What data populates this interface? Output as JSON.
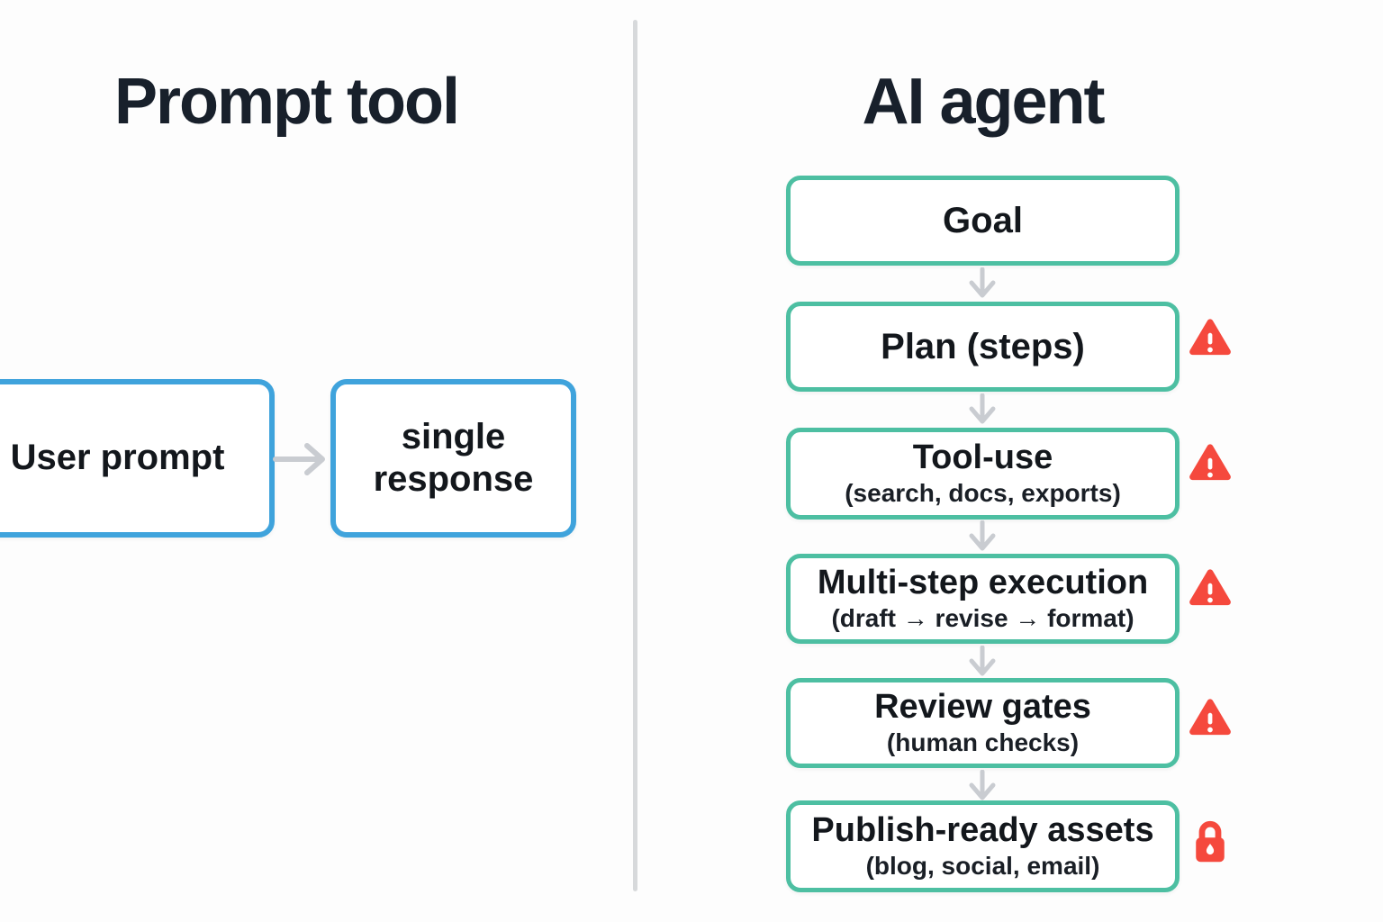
{
  "left": {
    "title": "Prompt tool",
    "boxes": [
      {
        "label": "User prompt"
      },
      {
        "label": "single response"
      }
    ],
    "connector": "right-arrow"
  },
  "right": {
    "title": "AI agent",
    "steps": [
      {
        "label": "Goal",
        "sub": "",
        "icon": "none"
      },
      {
        "label": "Plan (steps)",
        "sub": "",
        "icon": "warning"
      },
      {
        "label": "Tool-use",
        "sub": "(search, docs, exports)",
        "icon": "warning"
      },
      {
        "label": "Multi-step execution",
        "sub": "(draft → revise → format)",
        "icon": "warning"
      },
      {
        "label": "Review gates",
        "sub": "(human checks)",
        "icon": "warning"
      },
      {
        "label": "Publish-ready assets",
        "sub": "(blog, social, email)",
        "icon": "lock"
      }
    ],
    "connector": "down-arrow"
  },
  "colors": {
    "background": "#fdfdfd",
    "left_box_border": "#3fa3dc",
    "right_box_border": "#4dbfa2",
    "risk_red": "#f5493d",
    "arrow_gray": "#c9ccd1",
    "divider_gray": "#d7d9db",
    "title_text": "#18202b",
    "body_text": "#13171c"
  }
}
